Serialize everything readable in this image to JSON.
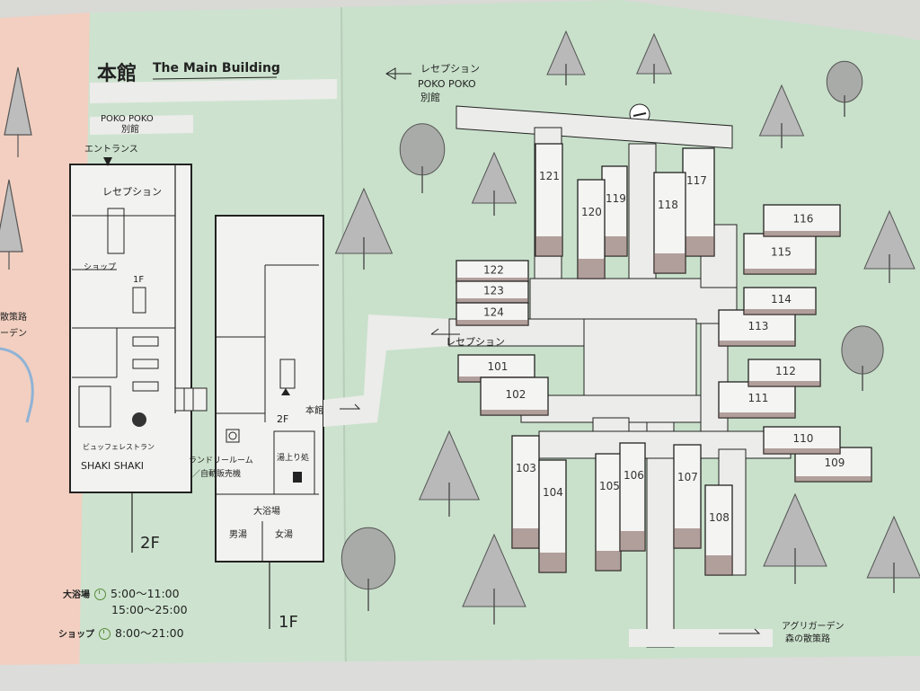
{
  "title": {
    "ja": "本館",
    "en": "The Main Building"
  },
  "labels": {
    "poko_left_1": "POKO POKO",
    "poko_left_2": "別館",
    "entrance": "エントランス",
    "reception_2f": "レセプション",
    "shop": "ショップ",
    "stair_1f": "1F",
    "buffet_1": "ビュッフェレストラン",
    "buffet_2": "SHAKI SHAKI",
    "floor_2f": "2F",
    "stair_2f": "2F",
    "laundry_1": "ランドリールーム",
    "laundry_2": "／自動販売機",
    "rest": "湯上り処",
    "bath": "大浴場",
    "men": "男湯",
    "women": "女湯",
    "floor_1f": "1F",
    "honkan": "本館",
    "reception_top": "レセプション",
    "poko_top": "POKO POKO",
    "bekkan_top": "別館",
    "reception_mid": "レセプション",
    "agri_1": "アグリガーデン",
    "agri_2": "森の散策路",
    "edge_1": "散策路",
    "edge_2": "ーデン"
  },
  "hours": [
    {
      "label": "大浴場",
      "time": "5:00〜11:00"
    },
    {
      "label": "",
      "time": "15:00〜25:00"
    },
    {
      "label": "ショップ",
      "time": "8:00〜21:00"
    }
  ],
  "rooms": [
    "101",
    "102",
    "103",
    "104",
    "105",
    "106",
    "107",
    "108",
    "109",
    "110",
    "111",
    "112",
    "113",
    "114",
    "115",
    "116",
    "117",
    "118",
    "119",
    "120",
    "121",
    "122",
    "123",
    "124"
  ],
  "colors": {
    "paper": "#c9e1cb",
    "pink": "#f2cfc0",
    "ink": "#222222",
    "walk": "#ececea",
    "clock": "#5a8a3a"
  }
}
